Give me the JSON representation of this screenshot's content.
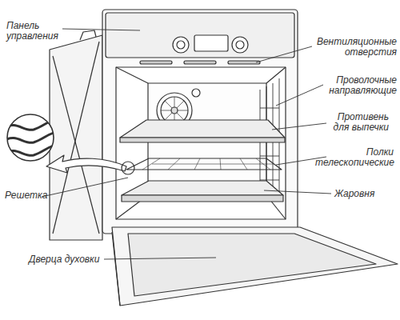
{
  "diagram": {
    "labels": [
      "Панель управления",
      "Вентиляционные отверстия",
      "Проволочные направляющие",
      "Противень для выпечки",
      "Полки телескопические",
      "Жаровня",
      "Решетка",
      "Дверца духовки"
    ]
  }
}
